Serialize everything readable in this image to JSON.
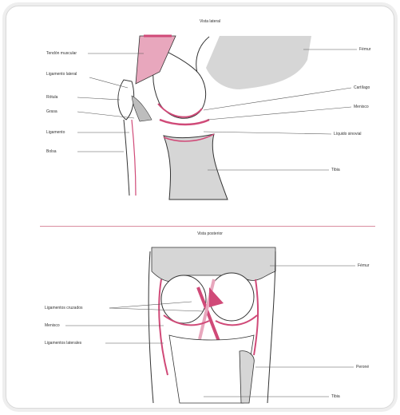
{
  "diagram": {
    "top_view_title": "Vista lateral",
    "bottom_view_title": "Vista posterior",
    "top_labels": {
      "tendon": "Tendón muscular",
      "lig_lateral": "Ligamento lateral",
      "rotula": "Rótula",
      "grasa": "Grasa",
      "ligamento": "Ligamento",
      "bolsa": "Bolsa",
      "femur": "Fémur",
      "cartilago": "Cartílago",
      "menisco": "Menisco",
      "liquido": "Líquido sinovial",
      "tibia": "Tibia"
    },
    "bottom_labels": {
      "femur": "Fémur",
      "cruzados": "Ligamentos cruzados",
      "menisco": "Menisco",
      "laterales": "Ligamentos laterales",
      "perone": "Peroné",
      "tibia": "Tibia"
    }
  },
  "colors": {
    "accent": "#d04a78",
    "bone": "#d6d6d6",
    "line": "#333333",
    "divider": "#d98da0"
  }
}
